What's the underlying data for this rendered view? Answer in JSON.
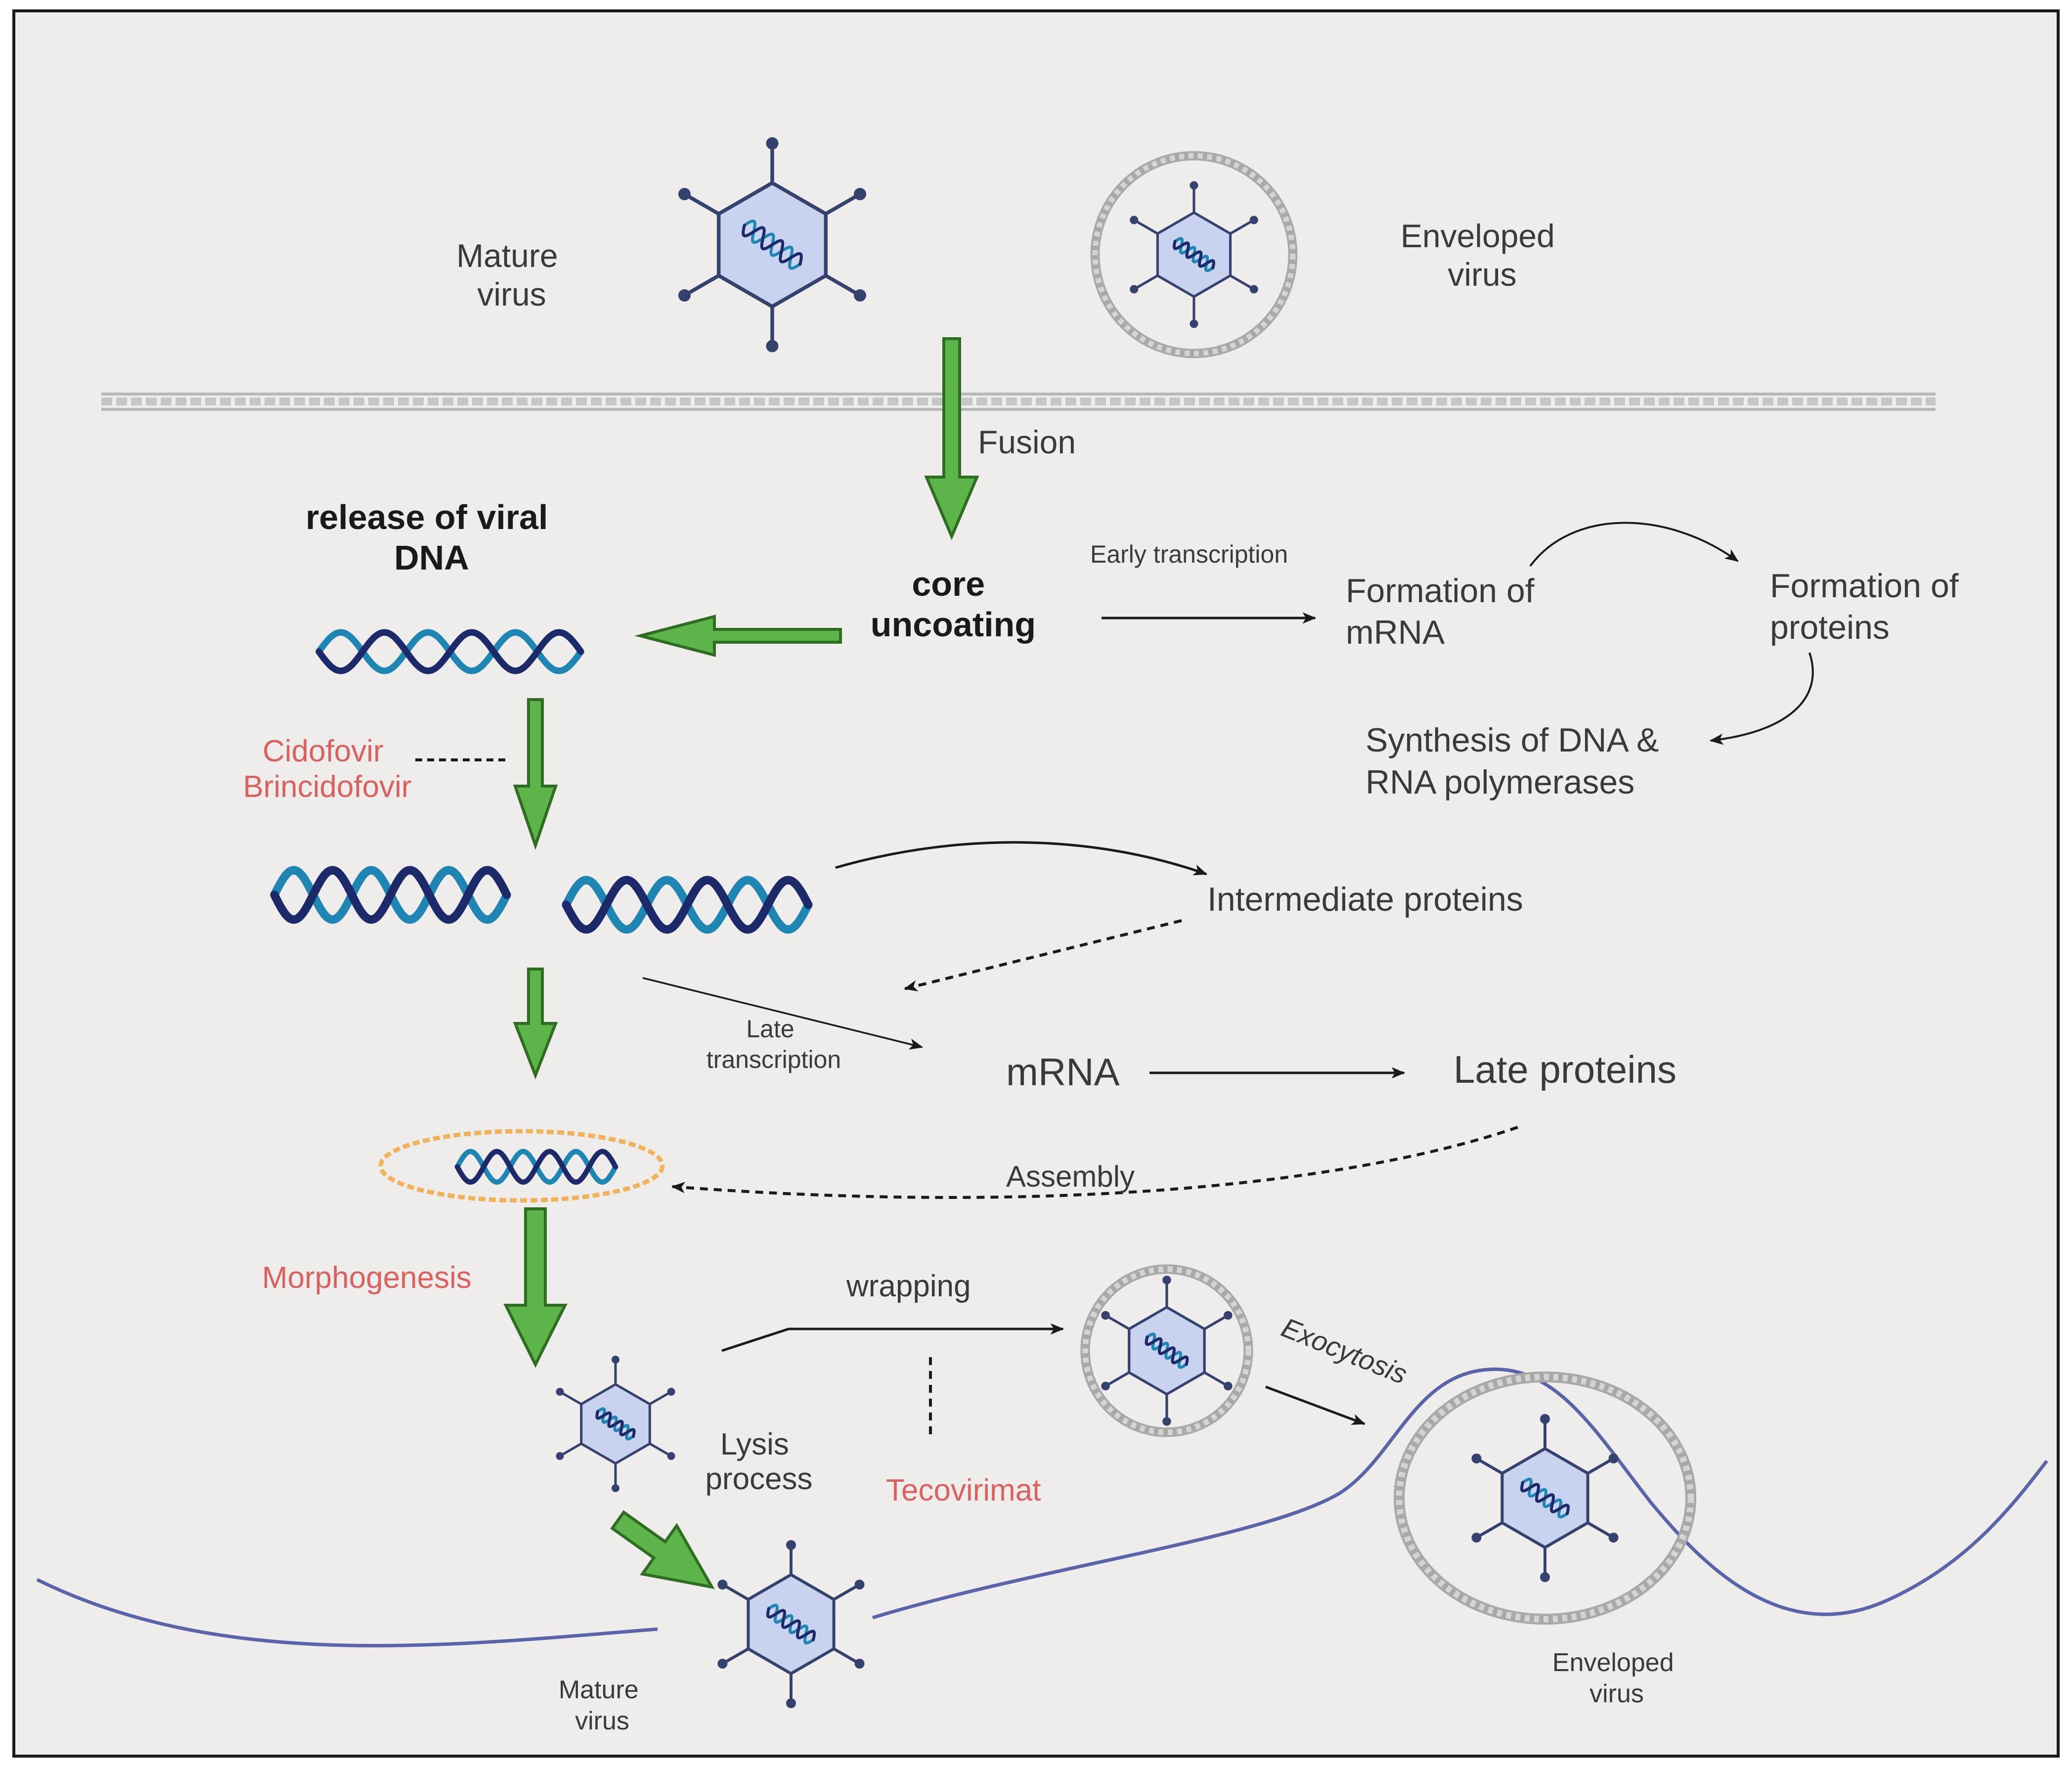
{
  "labels": {
    "mature_virus_top": [
      "Mature",
      "virus"
    ],
    "enveloped_virus_top": [
      "Enveloped",
      "virus"
    ],
    "fusion": "Fusion",
    "release_dna": [
      "release of viral",
      "DNA"
    ],
    "core_uncoating": [
      "core",
      "uncoating"
    ],
    "early_transcription": "Early transcription",
    "formation_mrna": [
      "Formation of",
      "mRNA"
    ],
    "formation_proteins": [
      "Formation of",
      "proteins"
    ],
    "synthesis_polymerases": [
      "Synthesis of DNA &",
      "RNA polymerases"
    ],
    "cidofovir": [
      "Cidofovir",
      "Brincidofovir"
    ],
    "intermediate_proteins": "Intermediate proteins",
    "late_transcription": [
      "Late",
      "transcription"
    ],
    "mrna": "mRNA",
    "late_proteins": "Late proteins",
    "assembly": "Assembly",
    "morphogenesis": "Morphogenesis",
    "wrapping": "wrapping",
    "exocytosis": "Exocytosis",
    "lysis_process": [
      "Lysis",
      "process"
    ],
    "tecovirimat": "Tecovirimat",
    "mature_virus_bottom": [
      "Mature",
      "virus"
    ],
    "enveloped_virus_bottom": [
      "Enveloped",
      "virus"
    ]
  },
  "icons": {
    "virus": "hexagonal-capsid-with-dna",
    "enveloped_virus": "capsid-inside-beaded-envelope",
    "dna": "double-helix",
    "membrane": "cell-membrane"
  },
  "colors": {
    "background": "#efedec",
    "border": "#1a1a1a",
    "green_arrow_fill": "#5cb44a",
    "green_arrow_stroke": "#2f6e22",
    "drug_text": "#d9625e",
    "capsid_fill": "#c9d2ef",
    "capsid_stroke": "#36426e",
    "helix_dark": "#1d2a6a",
    "helix_light": "#1f86b3",
    "envelope": "#a9a9a9",
    "nucleoid": "#f0b35c",
    "membrane": "#5a64a8",
    "arrow_black": "#1a1a1a"
  }
}
